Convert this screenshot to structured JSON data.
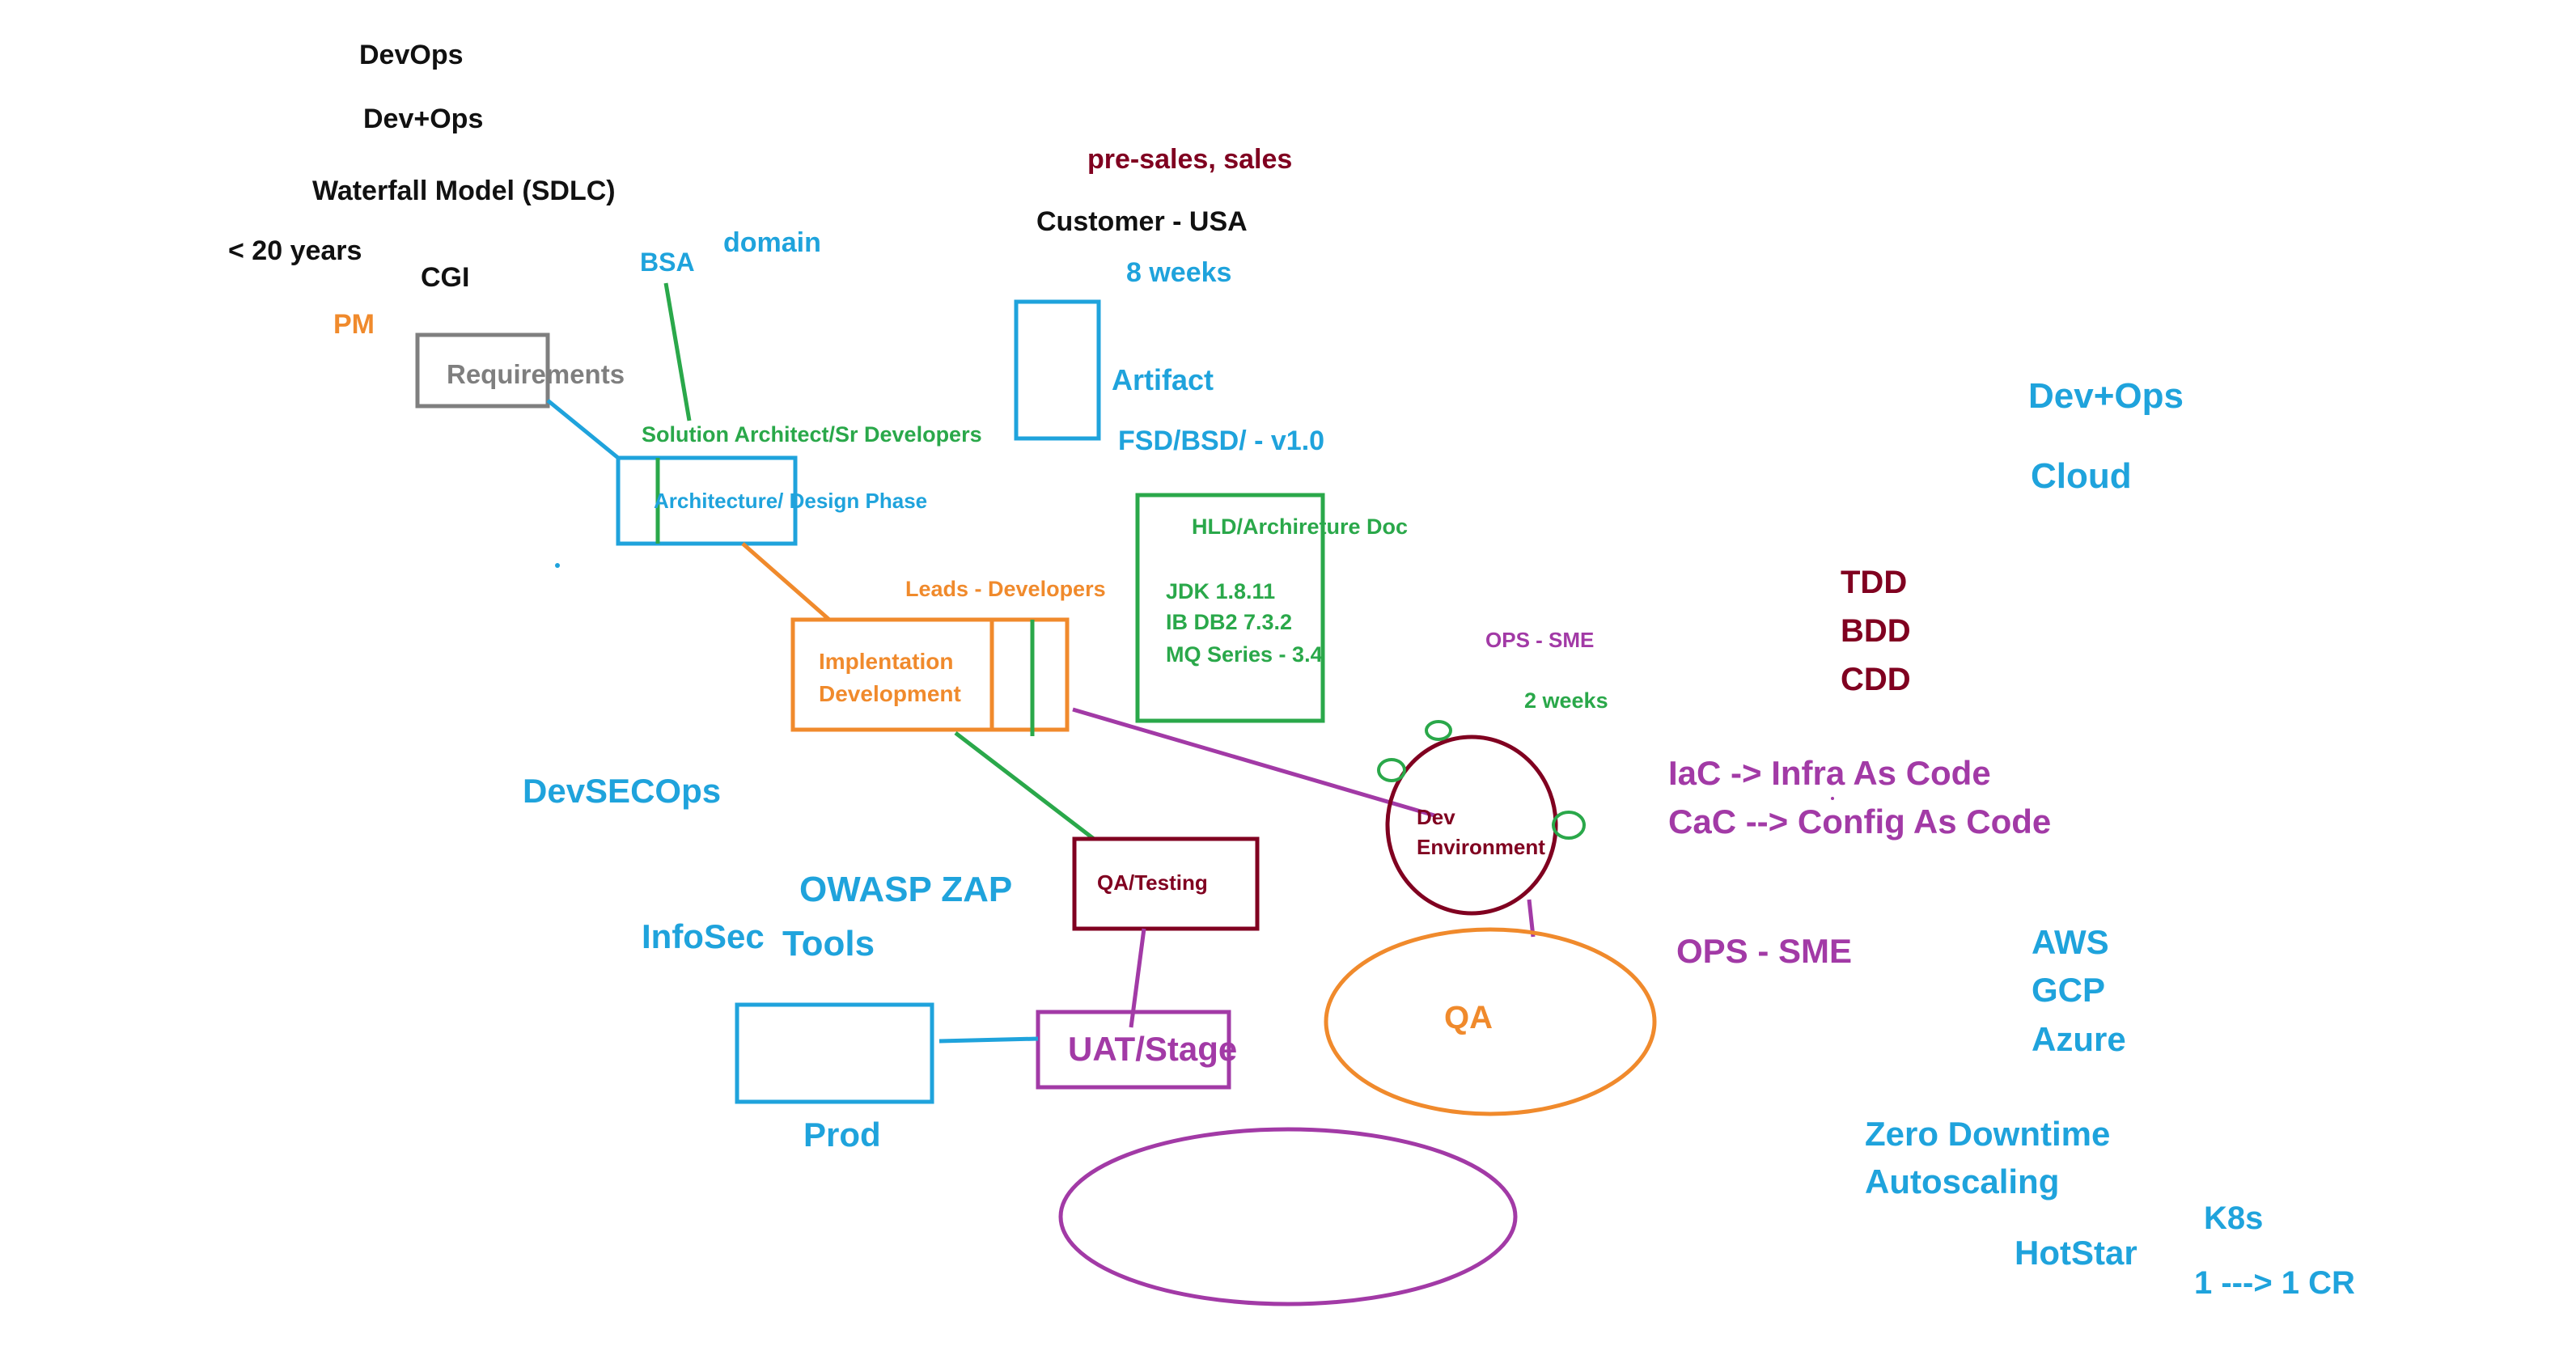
{
  "labels": {
    "devops": "DevOps",
    "dev_plus_ops_top": "Dev+Ops",
    "waterfall": "Waterfall Model (SDLC)",
    "years": "< 20 years",
    "cgi": "CGI",
    "pm": "PM",
    "bsa": "BSA",
    "domain": "domain",
    "presales": "pre-sales, sales",
    "customer": "Customer - USA",
    "weeks8": "8 weeks",
    "artifact": "Artifact",
    "fsd": "FSD/BSD/ - v1.0",
    "solution_architect": "Solution Architect/Sr Developers",
    "hld": "HLD/Archireture Doc",
    "jdk": "JDK  1.8.11",
    "db2": "IB DB2 7.3.2",
    "mq": "MQ Series - 3.4",
    "leads": "Leads - Developers",
    "ops_sme_small": "OPS - SME",
    "weeks2": "2 weeks",
    "tdd": "TDD",
    "bdd": "BDD",
    "cdd": "CDD",
    "iac": "IaC -> Infra As Code",
    "cac": "CaC --> Config As Code",
    "ops_sme_large": "OPS - SME",
    "dev_plus_ops_right": "Dev+Ops",
    "cloud": "Cloud",
    "devsecops": "DevSECOps",
    "owasp": "OWASP ZAP",
    "infosec": "InfoSec",
    "tools": "Tools",
    "prod": "Prod",
    "aws": "AWS",
    "gcp": "GCP",
    "azure": "Azure",
    "zero_downtime": "Zero Downtime",
    "autoscaling": "Autoscaling",
    "k8s": "K8s",
    "hotstar": "HotStar",
    "one_cr": "1 ---> 1 CR"
  },
  "nodes": {
    "requirements": "Requirements",
    "architecture": "Architecture/ Design Phase",
    "impl_line1": "Implentation",
    "impl_line2": "Development",
    "qa_testing": "QA/Testing",
    "uat": "UAT/Stage",
    "dev_env_line1": "Dev",
    "dev_env_line2": "Environment",
    "qa": "QA"
  },
  "colors": {
    "black": "#111111",
    "blue": "#1fa3dc",
    "green": "#2aa84a",
    "orange": "#f08a2c",
    "maroon": "#800020",
    "purple": "#a23aa6",
    "gray": "#7f7f7f"
  }
}
